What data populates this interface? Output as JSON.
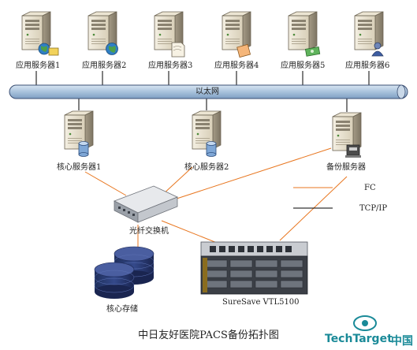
{
  "app_servers": [
    {
      "label": "应用服务器1",
      "icon": "globe-folder-icon"
    },
    {
      "label": "应用服务器2",
      "icon": "globe-icon"
    },
    {
      "label": "应用服务器3",
      "icon": "document-icon"
    },
    {
      "label": "应用服务器4",
      "icon": "mail-icon"
    },
    {
      "label": "应用服务器5",
      "icon": "money-icon"
    },
    {
      "label": "应用服务器6",
      "icon": "user-icon"
    }
  ],
  "ethernet_label": "以太网",
  "core_servers": [
    {
      "label": "核心服务器1"
    },
    {
      "label": "核心服务器2"
    }
  ],
  "backup_server": {
    "label": "备份服务器"
  },
  "switch": {
    "label": "光纤交换机"
  },
  "storage": {
    "label": "核心存储"
  },
  "vtl": {
    "label": "SureSave VTL5100"
  },
  "legend": {
    "fc": {
      "label": "FC",
      "color": "#e8761f"
    },
    "tcpip": {
      "label": "TCP/IP",
      "color": "#000000"
    }
  },
  "caption": "中日友好医院PACS备份拓扑图",
  "brand": {
    "name": "TechTarget",
    "cn": "中国",
    "color": "#1a8a98"
  }
}
